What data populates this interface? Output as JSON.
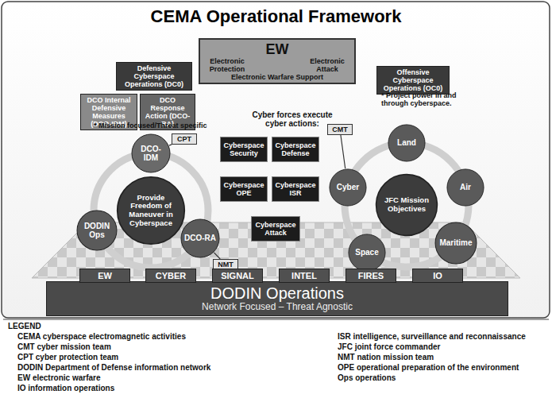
{
  "diagram": {
    "title": "CEMA Operational Framework",
    "nodes": [
      {
        "text": [
          "EW",
          "Electronic Protection",
          "Electronic Attack",
          "Electronic Warfare Support"
        ]
      },
      {
        "text": [
          "Defensive Cyberspace Operations (DC0)"
        ]
      },
      {
        "text": [
          "Offensive Cyberspace Operations (OC0)"
        ]
      },
      {
        "text": [
          "DCO Internal Defensive Measures (DCO-IDM)"
        ]
      },
      {
        "text": [
          "DCO Response Action (DCO-RA)"
        ]
      },
      {
        "text": [
          "CPT"
        ]
      },
      {
        "text": [
          "Cyberspace Security"
        ]
      },
      {
        "text": [
          "Cyberspace Defense"
        ]
      },
      {
        "text": [
          "CMT"
        ]
      },
      {
        "text": [
          "Land"
        ]
      },
      {
        "text": [
          "DCO-IDM"
        ]
      },
      {
        "text": [
          "Provide Freedom of Maneuver in Cyberspace"
        ]
      },
      {
        "text": [
          "Cyber"
        ]
      },
      {
        "text": [
          "JFC Mission Objectives"
        ]
      },
      {
        "text": [
          "Air"
        ]
      },
      {
        "text": [
          "Cyberspace OPE"
        ]
      },
      {
        "text": [
          "Cyberspace ISR"
        ]
      },
      {
        "text": [
          "DODIN Ops"
        ]
      },
      {
        "text": [
          "Cyberspace Attack"
        ]
      },
      {
        "text": [
          "DCO-RA"
        ]
      },
      {
        "text": [
          "NMT"
        ]
      },
      {
        "text": [
          "Space"
        ]
      },
      {
        "text": [
          "Maritime"
        ]
      },
      {
        "text": [
          "EW"
        ]
      },
      {
        "text": [
          "CYBER"
        ]
      },
      {
        "text": [
          "SIGNAL"
        ]
      },
      {
        "text": [
          "INTEL"
        ]
      },
      {
        "text": [
          "FIRES"
        ]
      },
      {
        "text": [
          "IO"
        ]
      },
      {
        "text": [
          "DODIN Operations",
          "Network Focused – Threat Agnostic"
        ]
      }
    ],
    "edges": [
      {
        "from": 5,
        "to": 10,
        "arrow": "none"
      },
      {
        "from": 8,
        "to": 12,
        "arrow": "none"
      },
      {
        "from": 20,
        "to": 19,
        "arrow": "none"
      }
    ],
    "labels": [
      "* Mission focused/Threat specific",
      "* Project power in and through cyberspace.",
      "Cyber forces execute cyber actions:",
      "LEGEND"
    ],
    "legend": [
      {
        "text": "CEMA cyberspace electromagnetic activities"
      },
      {
        "text": "CMT cyber mission team"
      },
      {
        "text": "CPT cyber protection team"
      },
      {
        "text": "DODIN Department of Defense information network"
      },
      {
        "text": "EW electronic warfare"
      },
      {
        "text": "IO information operations"
      },
      {
        "text": "ISR intelligence, surveillance and reconnaissance"
      },
      {
        "text": "JFC joint force commander"
      },
      {
        "text": "NMT nation mission team"
      },
      {
        "text": "OPE operational preparation of the environment"
      },
      {
        "text": "Ops operations"
      }
    ]
  }
}
